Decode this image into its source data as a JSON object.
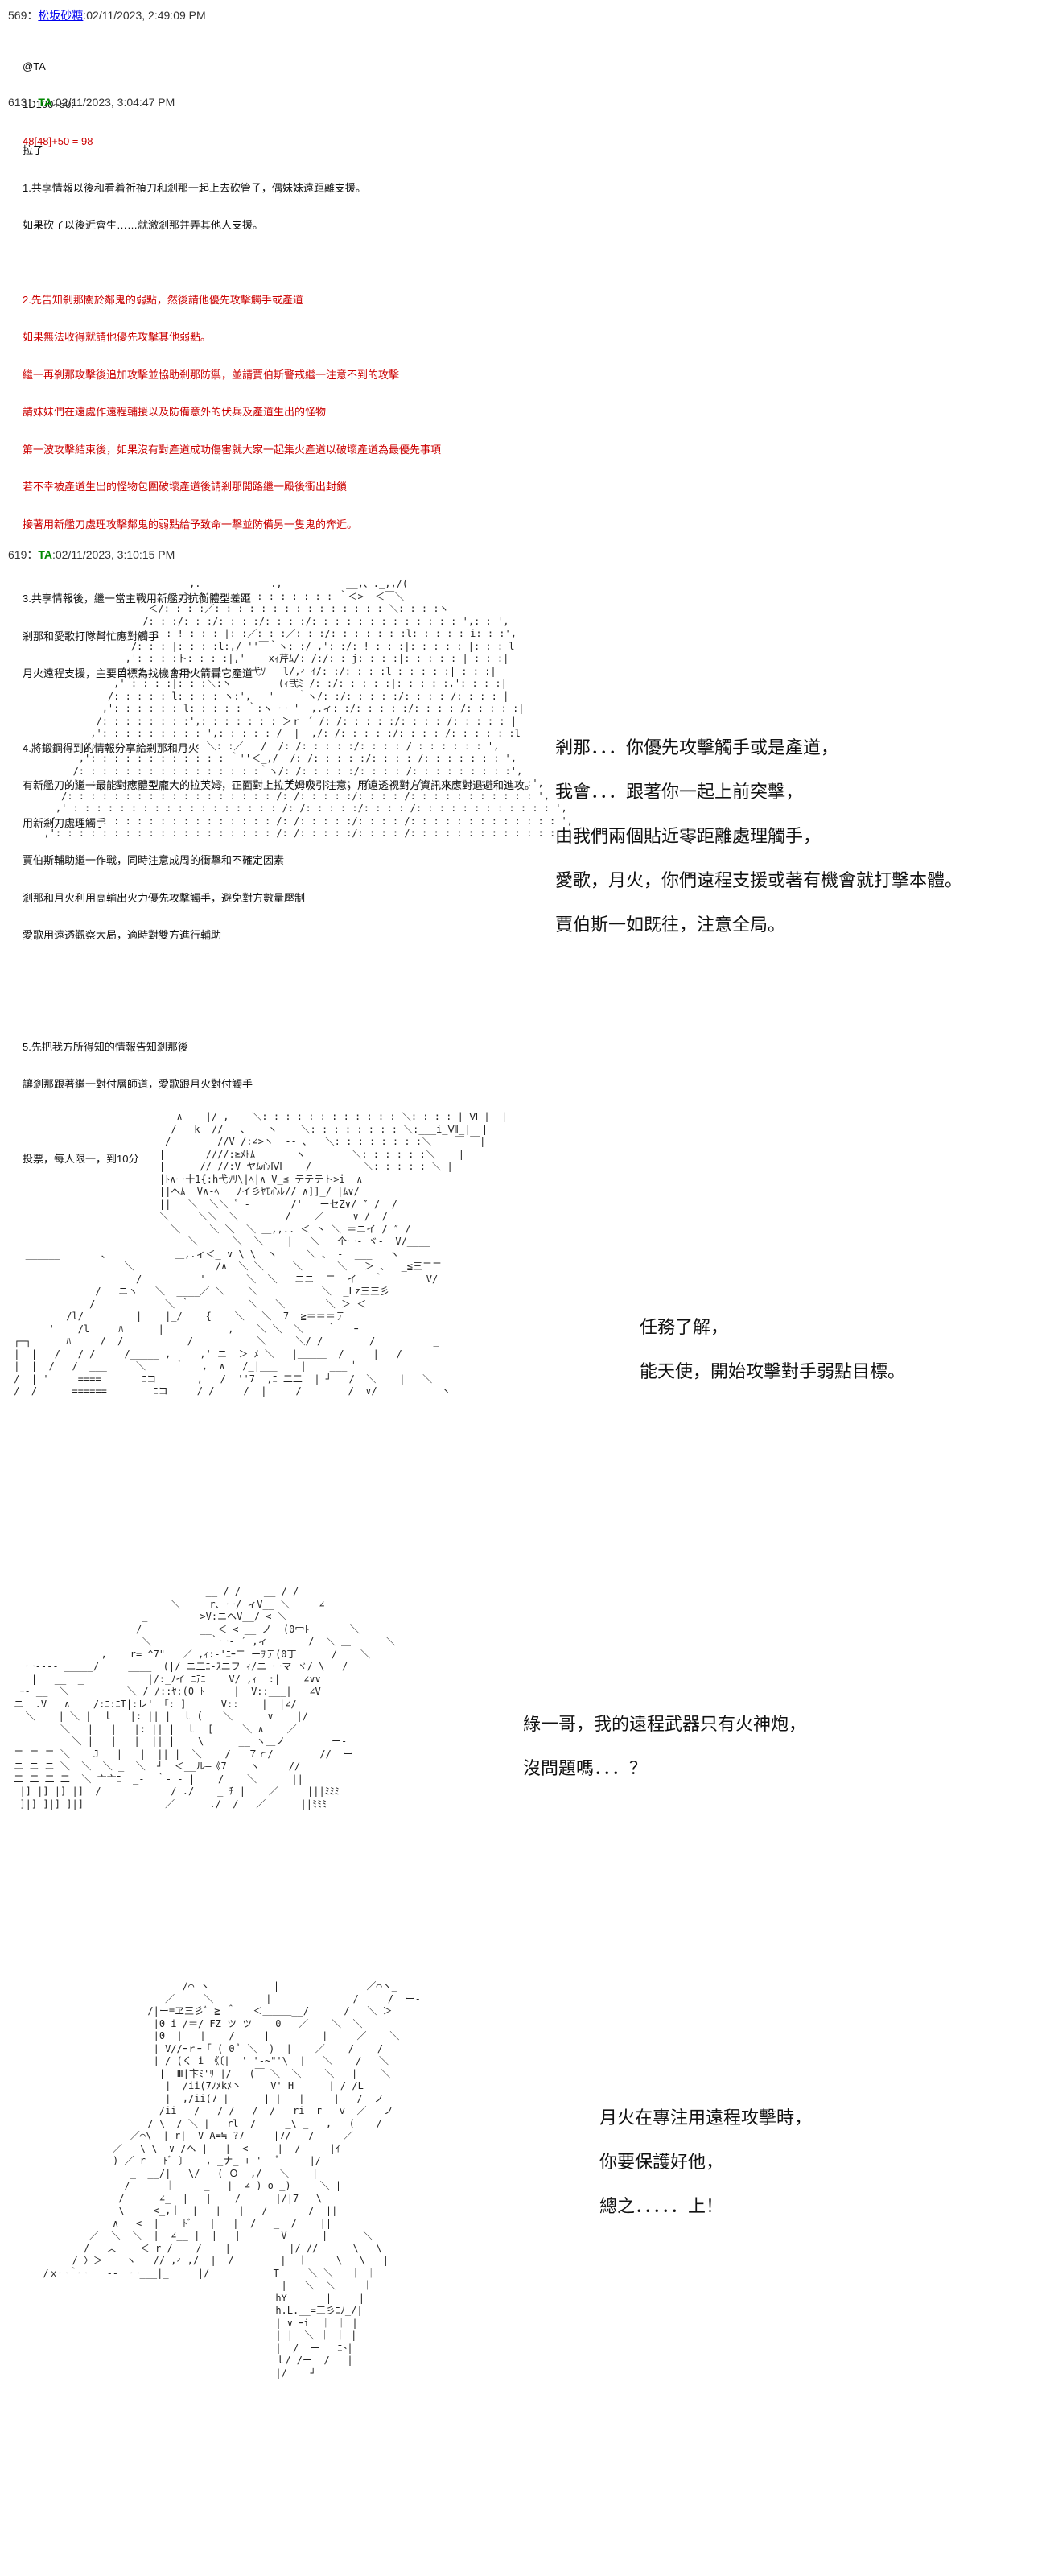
{
  "post_569": {
    "num": "569",
    "name": "松坂砂糖",
    "date": ":02/11/2023, 2:49:09 PM",
    "lines": [
      "@TA",
      "1D100+50:",
      "48[48]+50 = 98"
    ]
  },
  "post_613": {
    "num": "613",
    "name": "TA",
    "date": ":02/11/2023, 3:04:47 PM",
    "lines_a": [
      "拉了",
      "1.共享情報以後和看着祈禎刀和剎那一起上去砍管子，偶妹妹遠距離支援。",
      "如果砍了以後近會生……就激剎那并弄其他人支援。"
    ],
    "lines_red": [
      "2.先告知剎那關於鄰鬼的弱點，然後請他優先攻擊觸手或產道",
      "如果無法收得就請他優先攻擊其他弱點。",
      "繼一再剎那攻擊後追加攻擊並協助剎那防禦，並請賈伯斯警戒繼一注意不到的攻擊",
      "請妹妹們在遠處作遠程輔援以及防備意外的伏兵及產道生出的怪物",
      "第一波攻擊結束後，如果沒有對產道成功傷害就大家一起集火產道以破壞產道為最優先事項",
      "若不幸被產道生出的怪物包圍破壞產道後請剎那開路繼一殿後衝出封鎖",
      "接著用新艦刀處理攻擊鄰鬼的弱點給予致命一擊並防備另一隻鬼的奔近。"
    ],
    "lines_b": [
      "3.共享情報後，繼一當主戰用新艦刀抗衡體型差距",
      "剎那和愛歌打隊幫忙應對觸手",
      "月火遠程支援，主要目標為找機會用火箭轟它產道"
    ],
    "lines_c": [
      "4.將鍛鋼得到的情報分享給剎那和月火",
      "有新艦刀的繼一最能對應體型龐大的拉芙姆，正面對上拉芙姆吸引注意，用遠透視對方資訊來應對退避和進攻。",
      "用新剎刀處理觸手",
      "賈伯斯輔助繼一作戰，同時注意成周的衝擊和不確定因素",
      "剎那和月火利用高輸出火力優先攻擊觸手，避免對方數量壓制",
      "愛歌用遠透觀察大局，適時對雙方進行輔助"
    ],
    "lines_d": [
      "5.先把我方所得知的情報告知剎那後",
      "讓剎那跟著繼一對付層師道，愛歌跟月火對付觸手"
    ],
    "lines_e": [
      "投票，每人限一，到10分"
    ]
  },
  "post_619": {
    "num": "619",
    "name": "TA",
    "date": ":02/11/2023, 3:10:15 PM"
  },
  "panel_1": {
    "dialog": [
      "剎那．．．你優先攻擊觸手或是產道，",
      "我會．．．跟著你一起上前突擊，",
      "由我們兩個貼近零距離處理觸手，",
      "愛歌，月火，你們遠程支援或著有機會就打擊本體。",
      "賈伯斯一如既往，注意全局。"
    ]
  },
  "panel_2": {
    "dialog": [
      "任務了解，",
      "能天使，開始攻擊對手弱點目標。"
    ]
  },
  "panel_3": {
    "dialog": [
      "綠一哥，我的遠程武器只有火神炮，",
      "沒問題嗎．．．？"
    ]
  },
  "panel_4": {
    "dialog": [
      "月火在專注用遠程攻擊時，",
      "你要保護好他，",
      "總之．．．．．上！"
    ]
  }
}
